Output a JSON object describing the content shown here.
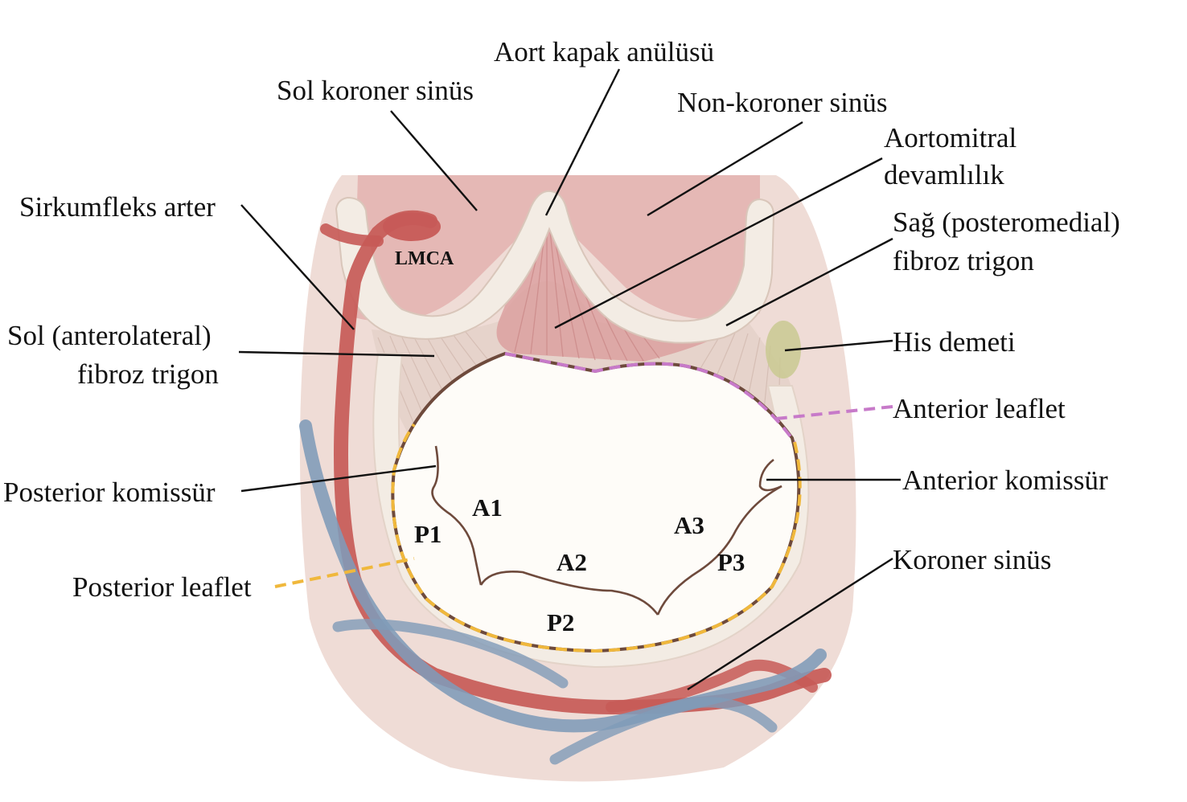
{
  "labels": {
    "aort_kapak_anulusu": "Aort kapak anülüsü",
    "sol_koroner_sinus": "Sol koroner sinüs",
    "non_koroner_sinus": "Non-koroner sinüs",
    "aortomitral_line1": "Aortomitral",
    "aortomitral_line2": "devamlılık",
    "sirkumfleks_arter": "Sirkumfleks arter",
    "sag_trigon_line1": "Sağ (posteromedial)",
    "sag_trigon_line2": "fibroz trigon",
    "sol_trigon_line1": "Sol (anterolateral)",
    "sol_trigon_line2": "fibroz trigon",
    "his_demeti": "His demeti",
    "anterior_leaflet": "Anterior leaflet",
    "posterior_komissur": "Posterior komissür",
    "anterior_komissur": "Anterior komissür",
    "posterior_leaflet": "Posterior leaflet",
    "koroner_sinus": "Koroner sinüs",
    "lmca": "LMCA"
  },
  "segments": {
    "a1": "A1",
    "a2": "A2",
    "a3": "A3",
    "p1": "P1",
    "p2": "P2",
    "p3": "P3"
  },
  "colors": {
    "background_tissue": "#efdcd6",
    "aortic_root": "#e5b8b5",
    "annulus_cream": "#f3ece4",
    "fibrous_strands": "#dcc4bc",
    "aortomitral_curtain": "#d99a99",
    "valve_orifice": "#fefcf8",
    "anterior_leaflet_dash": "#c77ac9",
    "posterior_leaflet_dash": "#f0b83c",
    "valve_rim": "#6e4a3c",
    "circumflex_artery": "#c75a57",
    "coronary_sinus_vein": "#7f9bb8",
    "his_bundle": "#c9c992"
  }
}
